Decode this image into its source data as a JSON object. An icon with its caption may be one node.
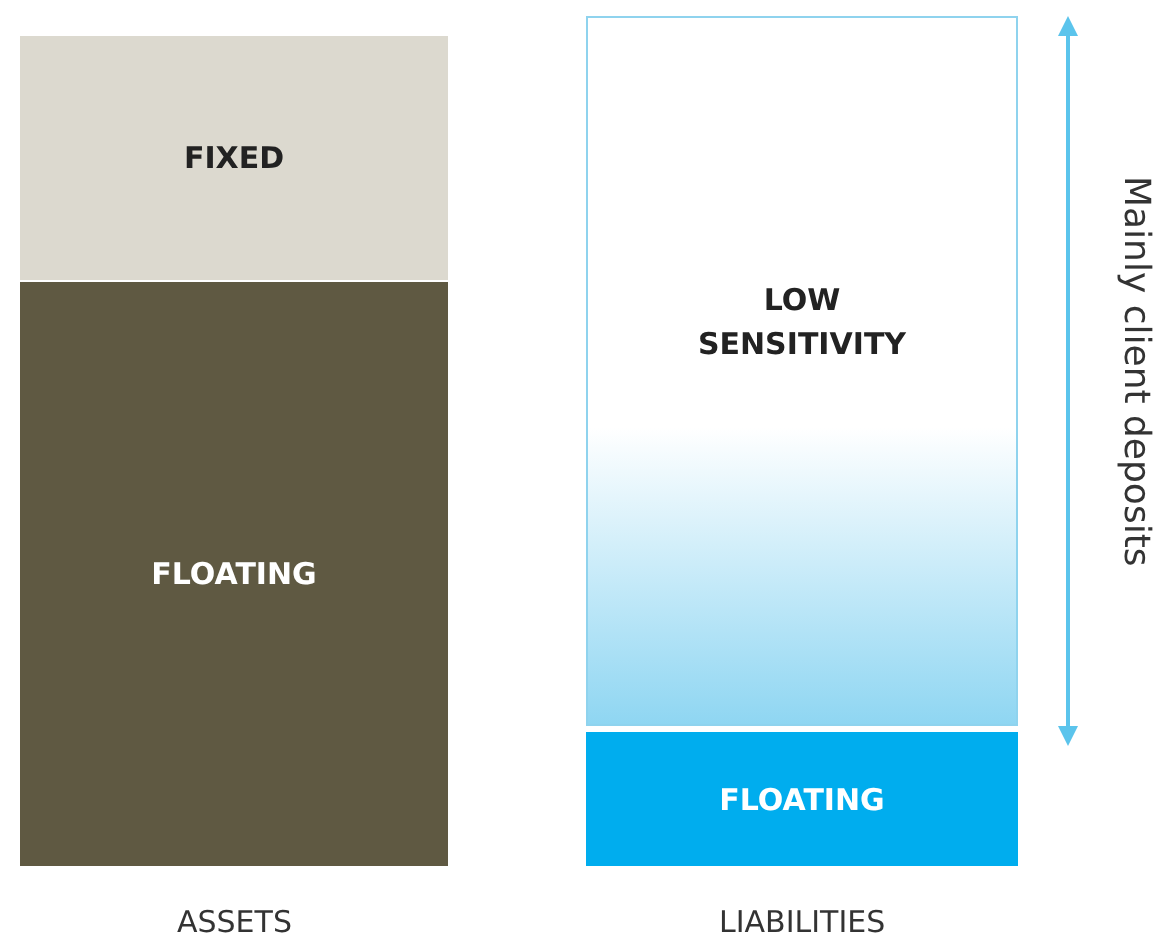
{
  "diagram": {
    "nodes": [
      {
        "text": [
          "FIXED"
        ]
      },
      {
        "text": [
          "FLOATING"
        ]
      },
      {
        "text": [
          "LOW SENSITIVITY"
        ]
      },
      {
        "text": [
          "FLOATING"
        ]
      }
    ],
    "labels": [
      "ASSETS",
      "LIABILITIES",
      "Mainly client deposits"
    ]
  }
}
